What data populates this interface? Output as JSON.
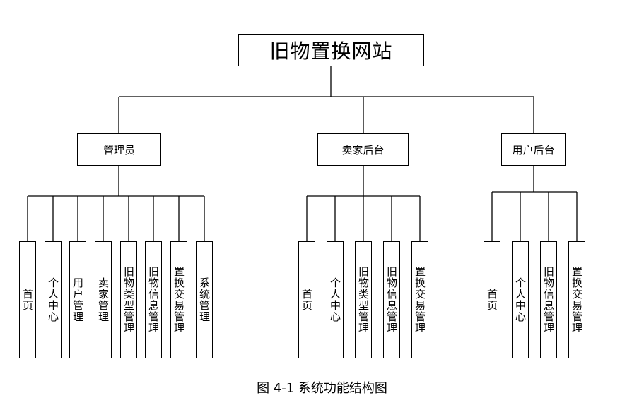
{
  "root": {
    "label": "旧物置换网站"
  },
  "branches": [
    {
      "label": "管理员",
      "children": [
        "首页",
        "个人中心",
        "用户管理",
        "卖家管理",
        "旧物类型管理",
        "旧物信息管理",
        "置换交易管理",
        "系统管理"
      ]
    },
    {
      "label": "卖家后台",
      "children": [
        "首页",
        "个人中心",
        "旧物类型管理",
        "旧物信息管理",
        "置换交易管理"
      ]
    },
    {
      "label": "用户后台",
      "children": [
        "首页",
        "个人中心",
        "旧物信息管理",
        "置换交易管理"
      ]
    }
  ],
  "caption": "图 4-1  系统功能结构图"
}
